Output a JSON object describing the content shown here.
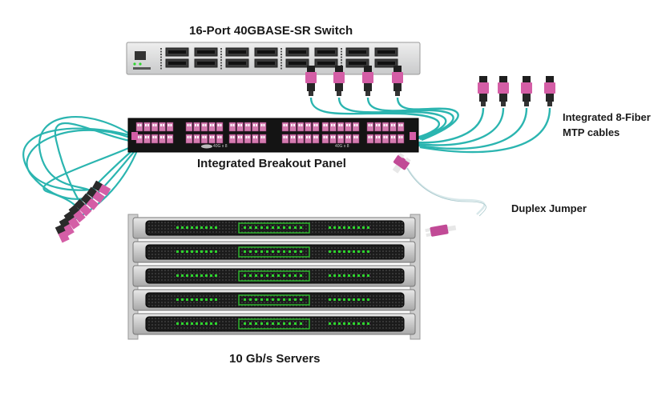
{
  "labels": {
    "switch": "16-Port 40GBASE-SR Switch",
    "panel": "Integrated Breakout Panel",
    "mtp_line1": "Integrated 8-Fiber",
    "mtp_line2": "MTP cables",
    "jumper": "Duplex Jumper",
    "servers": "10 Gb/s Servers"
  },
  "panel_port_labels": [
    "40G x 8",
    "40G x 8"
  ],
  "colors": {
    "fiber": "#2bb5b0",
    "connector": "#d45ea6",
    "connector_dark": "#b23f86",
    "chassis": "#d9dadb",
    "panel": "#141414",
    "server_led": "#2ed62e",
    "server_body": "#1c1c1c"
  }
}
